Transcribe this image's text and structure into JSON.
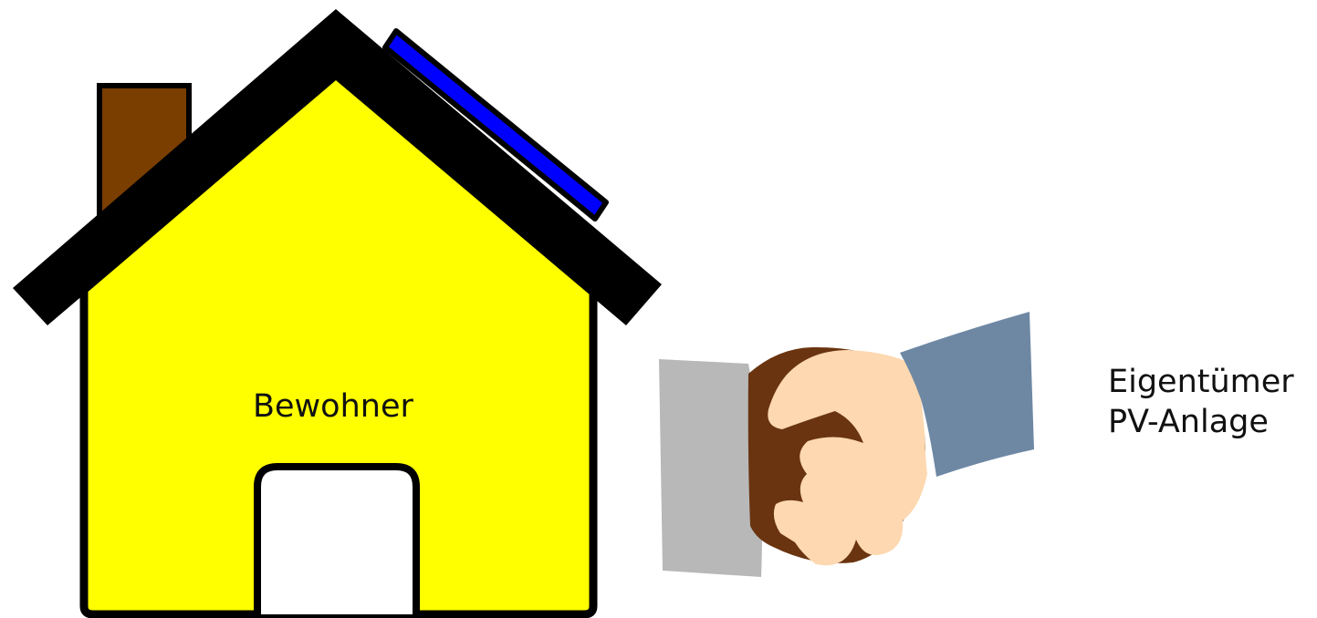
{
  "labels": {
    "resident": "Bewohner",
    "owner_line1": "Eigentümer",
    "owner_line2": "PV-Anlage"
  },
  "icons": {
    "house": "house-icon",
    "roof": "roof-icon",
    "chimney": "chimney-icon",
    "solar_panel": "solar-panel-icon",
    "door": "door-icon",
    "handshake": "handshake-icon"
  },
  "colors": {
    "house_wall": "#ffff00",
    "roof": "#000000",
    "chimney": "#7a3e00",
    "solar_panel": "#0000ff",
    "door": "#ffffff",
    "left_sleeve": "#b8b8b8",
    "left_hand": "#6a3410",
    "right_hand": "#fdd8b0",
    "right_sleeve": "#6e88a4"
  }
}
